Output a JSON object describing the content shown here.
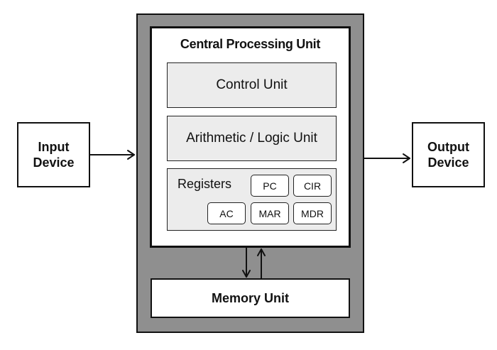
{
  "diagram": {
    "cpu_title": "Central Processing Unit",
    "control_unit": "Control Unit",
    "alu": "Arithmetic / Logic Unit",
    "registers": {
      "label": "Registers",
      "items": [
        "PC",
        "CIR",
        "AC",
        "MAR",
        "MDR"
      ]
    },
    "input_device": [
      "Input",
      "Device"
    ],
    "output_device": [
      "Output",
      "Device"
    ],
    "memory_unit": "Memory Unit"
  }
}
